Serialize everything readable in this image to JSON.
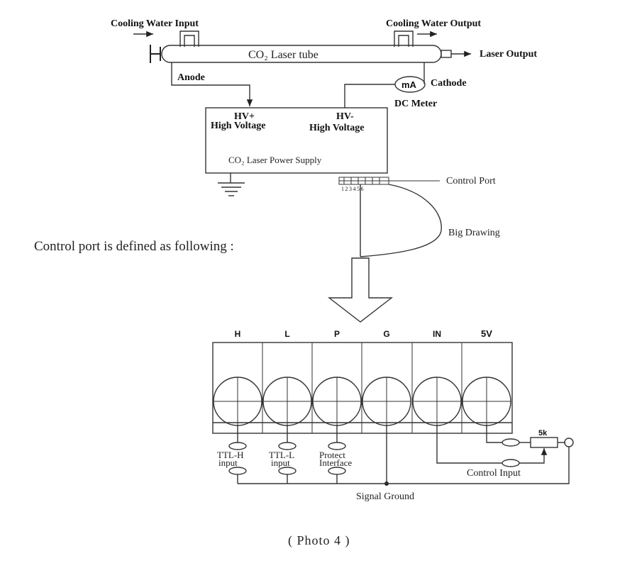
{
  "tube": {
    "cooling_in": "Cooling Water Input",
    "cooling_out": "Cooling Water Output",
    "label": "CO₂ Laser tube",
    "laser_output": "Laser Output",
    "anode": "Anode",
    "cathode": "Cathode",
    "meter_symbol": "mA",
    "dc_meter": "DC Meter"
  },
  "power_supply": {
    "hv_plus": "HV+",
    "hv_plus_sub": "High Voltage",
    "hv_minus": "HV-",
    "hv_minus_sub": "High Voltage",
    "name": "CO₂ Laser Power Supply",
    "pin_numbers": "123456",
    "control_port": "Control Port",
    "big_drawing": "Big Drawing"
  },
  "heading": "Control port is defined as following :",
  "terminals": [
    "H",
    "L",
    "P",
    "G",
    "IN",
    "5V"
  ],
  "wiring": {
    "ttl_h_1": "TTL-H",
    "ttl_h_2": "input",
    "ttl_l_1": "TTL-L",
    "ttl_l_2": "input",
    "protect_1": "Protect",
    "protect_2": "Interface",
    "resistor": "5k",
    "control_input": "Control Input",
    "signal_ground": "Signal Ground"
  },
  "caption": "( Photo  4 )"
}
